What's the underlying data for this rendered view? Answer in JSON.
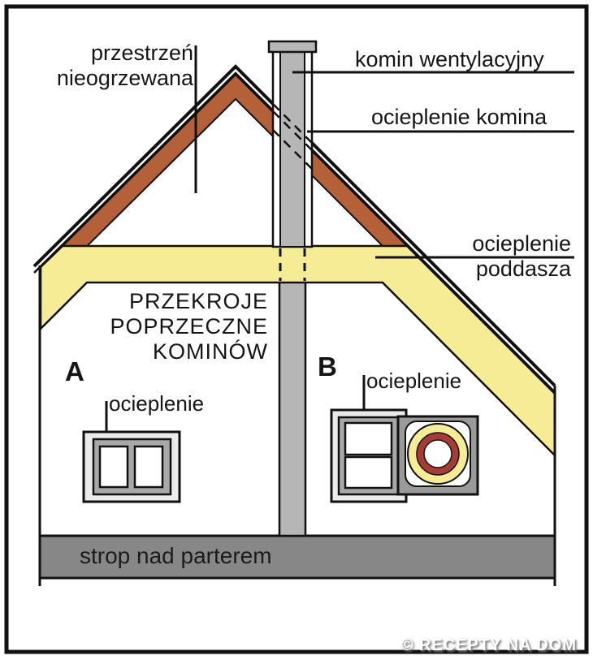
{
  "diagram": {
    "title_context": "house attic chimney insulation scheme",
    "labels": {
      "unheated_space_line1": "przestrzeń",
      "unheated_space_line2": "nieogrzewana",
      "ventilation_chimney": "komin wentylacyjny",
      "chimney_insulation": "ocieplenie komina",
      "attic_insulation_line1": "ocieplenie",
      "attic_insulation_line2": "poddasza",
      "cross_sections_line1": "PRZEKROJE",
      "cross_sections_line2": "POPRZECZNE",
      "cross_sections_line3": "KOMINÓW",
      "section_a_letter": "A",
      "section_a_insulation": "ocieplenie",
      "section_b_letter": "B",
      "section_b_insulation": "ocieplenie",
      "floor_slab": "strop nad parterem"
    },
    "watermark": "© RECEPTY NA DOM",
    "colors": {
      "roof_structure_brown": "#b4613a",
      "insulation_yellow": "#f6ec95",
      "chimney_gray": "#b6b6b6",
      "floor_slab_gray": "#878787",
      "section_outer_gray": "#ebebeb",
      "section_inner_gray": "#a8a8a8",
      "section_block_gray": "#9a9a9a",
      "duct_red": "#a63c33",
      "outline_black": "#111111"
    }
  }
}
